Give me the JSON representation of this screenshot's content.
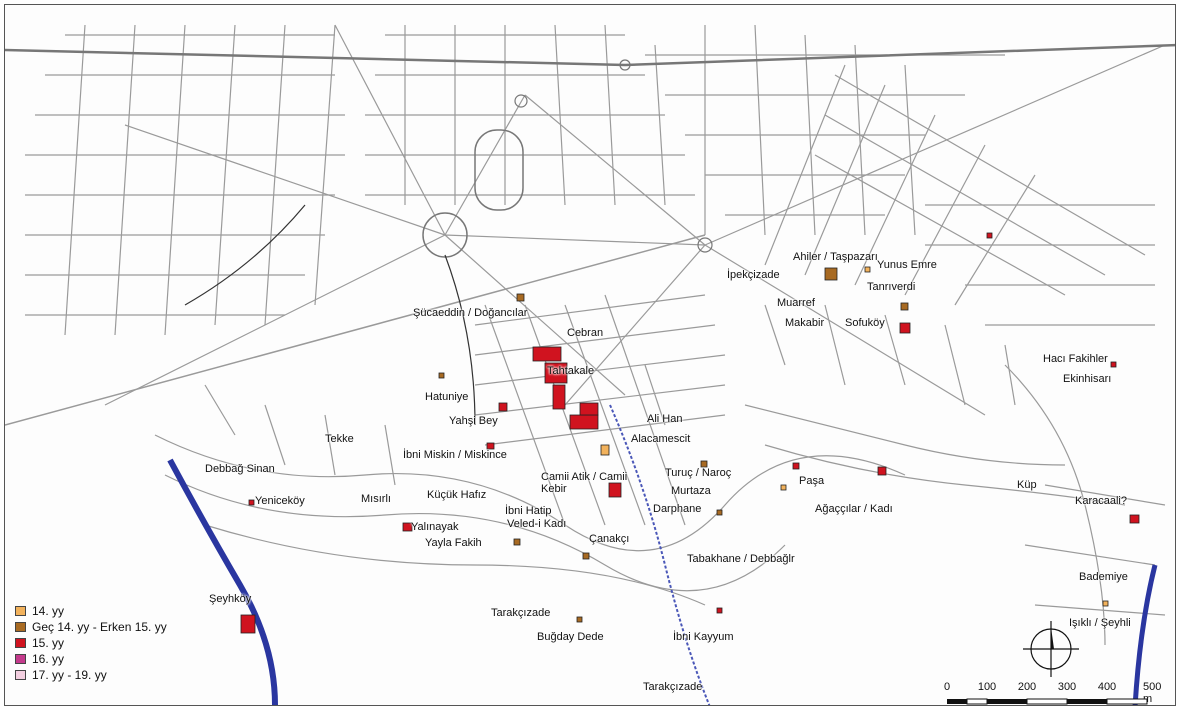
{
  "map": {
    "labels": [
      "Ahiler / Taşpazarı",
      "Yunus Emre",
      "İpekçizade",
      "Tanrıverdi",
      "Muarref",
      "Makabir",
      "Sofuköy",
      "Şücaeddin / Doğancılar",
      "Cebran",
      "Tahtakale",
      "Hacı Fakihler",
      "Ekinhisarı",
      "Hatuniye",
      "Yahşi Bey",
      "Ali Han",
      "Alacamescit",
      "Tekke",
      "İbni Miskin / Miskince",
      "Debbağ Sinan",
      "Camii Atik / Camii Kebir",
      "Turuç / Naroç",
      "Murtaza",
      "Paşa",
      "Küp",
      "Karacaali?",
      "Yeniceköy",
      "Mısırlı",
      "Küçük Hafız",
      "İbni Hatip",
      "Veled-i Kadı",
      "Darphane",
      "Ağaççılar / Kadı",
      "Yalınayak",
      "Yayla Fakih",
      "Çanakçı",
      "Tabakhane / Debbağlr",
      "Bademiye",
      "Şeyhköy",
      "Tarakçızade",
      "Buğday Dede",
      "İbni Kayyum",
      "Işıklı / Şeyhli",
      "Tarakçızade"
    ]
  },
  "legend": {
    "items": [
      {
        "label": "14. yy",
        "color": "#f2b25c"
      },
      {
        "label": "Geç 14. yy - Erken 15. yy",
        "color": "#a86a22"
      },
      {
        "label": "15. yy",
        "color": "#d0131f"
      },
      {
        "label": "16. yy",
        "color": "#c43a8c"
      },
      {
        "label": "17. yy - 19. yy",
        "color": "#f3cfe0"
      }
    ]
  },
  "scale": {
    "ticks": [
      "0",
      "100",
      "200",
      "300",
      "400",
      "500 m"
    ]
  },
  "colors": {
    "river": "#2a36a0",
    "street": "#9a9a9a",
    "building_15": "#d0131f",
    "building_14": "#f2b25c",
    "building_late14": "#a86a22"
  }
}
